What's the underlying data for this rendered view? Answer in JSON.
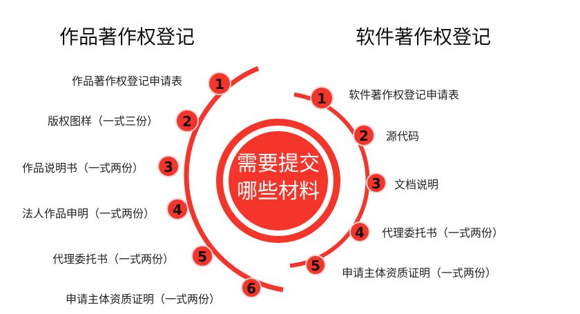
{
  "colors": {
    "accent": "#f5352a",
    "text": "#222222",
    "center_text": "#ffffff"
  },
  "left_section": {
    "title": "作品著作权登记",
    "items": [
      {
        "number": "1",
        "label": "作品著作权登记申请表"
      },
      {
        "number": "2",
        "label": "版权图样（一式三份）"
      },
      {
        "number": "3",
        "label": "作品说明书（一式两份）"
      },
      {
        "number": "4",
        "label": "法人作品申明（一式两份）"
      },
      {
        "number": "5",
        "label": "代理委托书（一式两份）"
      },
      {
        "number": "6",
        "label": "申请主体资质证明（一式两份）"
      }
    ]
  },
  "right_section": {
    "title": "软件著作权登记",
    "items": [
      {
        "number": "1",
        "label": "软件著作权登记申请表"
      },
      {
        "number": "2",
        "label": "源代码"
      },
      {
        "number": "3",
        "label": "文档说明"
      },
      {
        "number": "4",
        "label": "代理委托书（一式两份）"
      },
      {
        "number": "5",
        "label": "申请主体资质证明（一式两份）"
      }
    ]
  },
  "center": {
    "line1": "需要提交",
    "line2": "哪些材料"
  }
}
